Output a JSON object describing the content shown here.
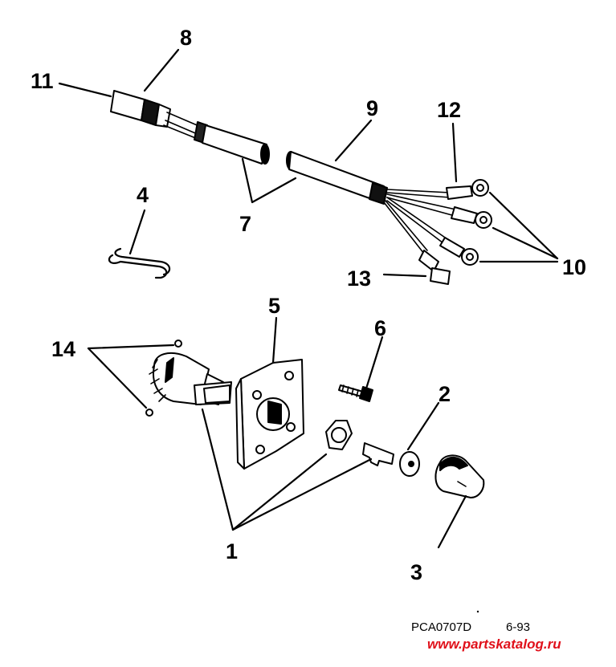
{
  "callouts": {
    "c1": "1",
    "c2": "2",
    "c3": "3",
    "c4": "4",
    "c5": "5",
    "c6": "6",
    "c7": "7",
    "c8": "8",
    "c9": "9",
    "c10": "10",
    "c11": "11",
    "c12": "12",
    "c13": "13",
    "c14": "14"
  },
  "footer": {
    "code": "PCA0707D",
    "date": "6-93"
  },
  "watermark": "www.partskatalog.ru",
  "colors": {
    "line": "#000000",
    "background": "#ffffff",
    "watermark": "#e0101a"
  }
}
